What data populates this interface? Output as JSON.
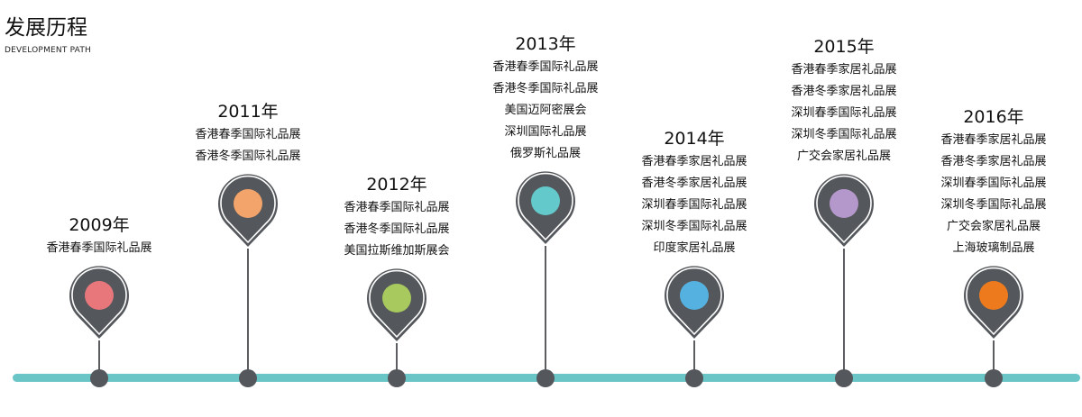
{
  "header": {
    "title": "发展历程",
    "subtitle": "DEVELOPMENT PATH"
  },
  "colors": {
    "track": "#6ac5c7",
    "pin": "#54575b"
  },
  "milestones": [
    {
      "year": "2009年",
      "color": "#e8777b",
      "items": [
        "香港春季国际礼品展"
      ]
    },
    {
      "year": "2011年",
      "color": "#f3a46a",
      "items": [
        "香港春季国际礼品展",
        "香港冬季国际礼品展"
      ]
    },
    {
      "year": "2012年",
      "color": "#a7c95d",
      "items": [
        "香港春季国际礼品展",
        "香港冬季国际礼品展",
        "美国拉斯维加斯展会"
      ]
    },
    {
      "year": "2013年",
      "color": "#63c9cb",
      "items": [
        "香港春季国际礼品展",
        "香港冬季国际礼品展",
        "美国迈阿密展会",
        "深圳国际礼品展",
        "俄罗斯礼品展"
      ]
    },
    {
      "year": "2014年",
      "color": "#55b1e0",
      "items": [
        "香港春季家居礼品展",
        "香港冬季家居礼品展",
        "深圳春季国际礼品展",
        "深圳冬季国际礼品展",
        "印度家居礼品展"
      ]
    },
    {
      "year": "2015年",
      "color": "#b497cb",
      "items": [
        "香港春季家居礼品展",
        "香港冬季家居礼品展",
        "深圳春季国际礼品展",
        "深圳冬季国际礼品展",
        "广交会家居礼品展"
      ]
    },
    {
      "year": "2016年",
      "color": "#ee7a1e",
      "items": [
        "香港春季家居礼品展",
        "香港冬季家居礼品展",
        "深圳春季国际礼品展",
        "深圳冬季国际礼品展",
        "广交会家居礼品展",
        "上海玻璃制品展"
      ]
    }
  ]
}
